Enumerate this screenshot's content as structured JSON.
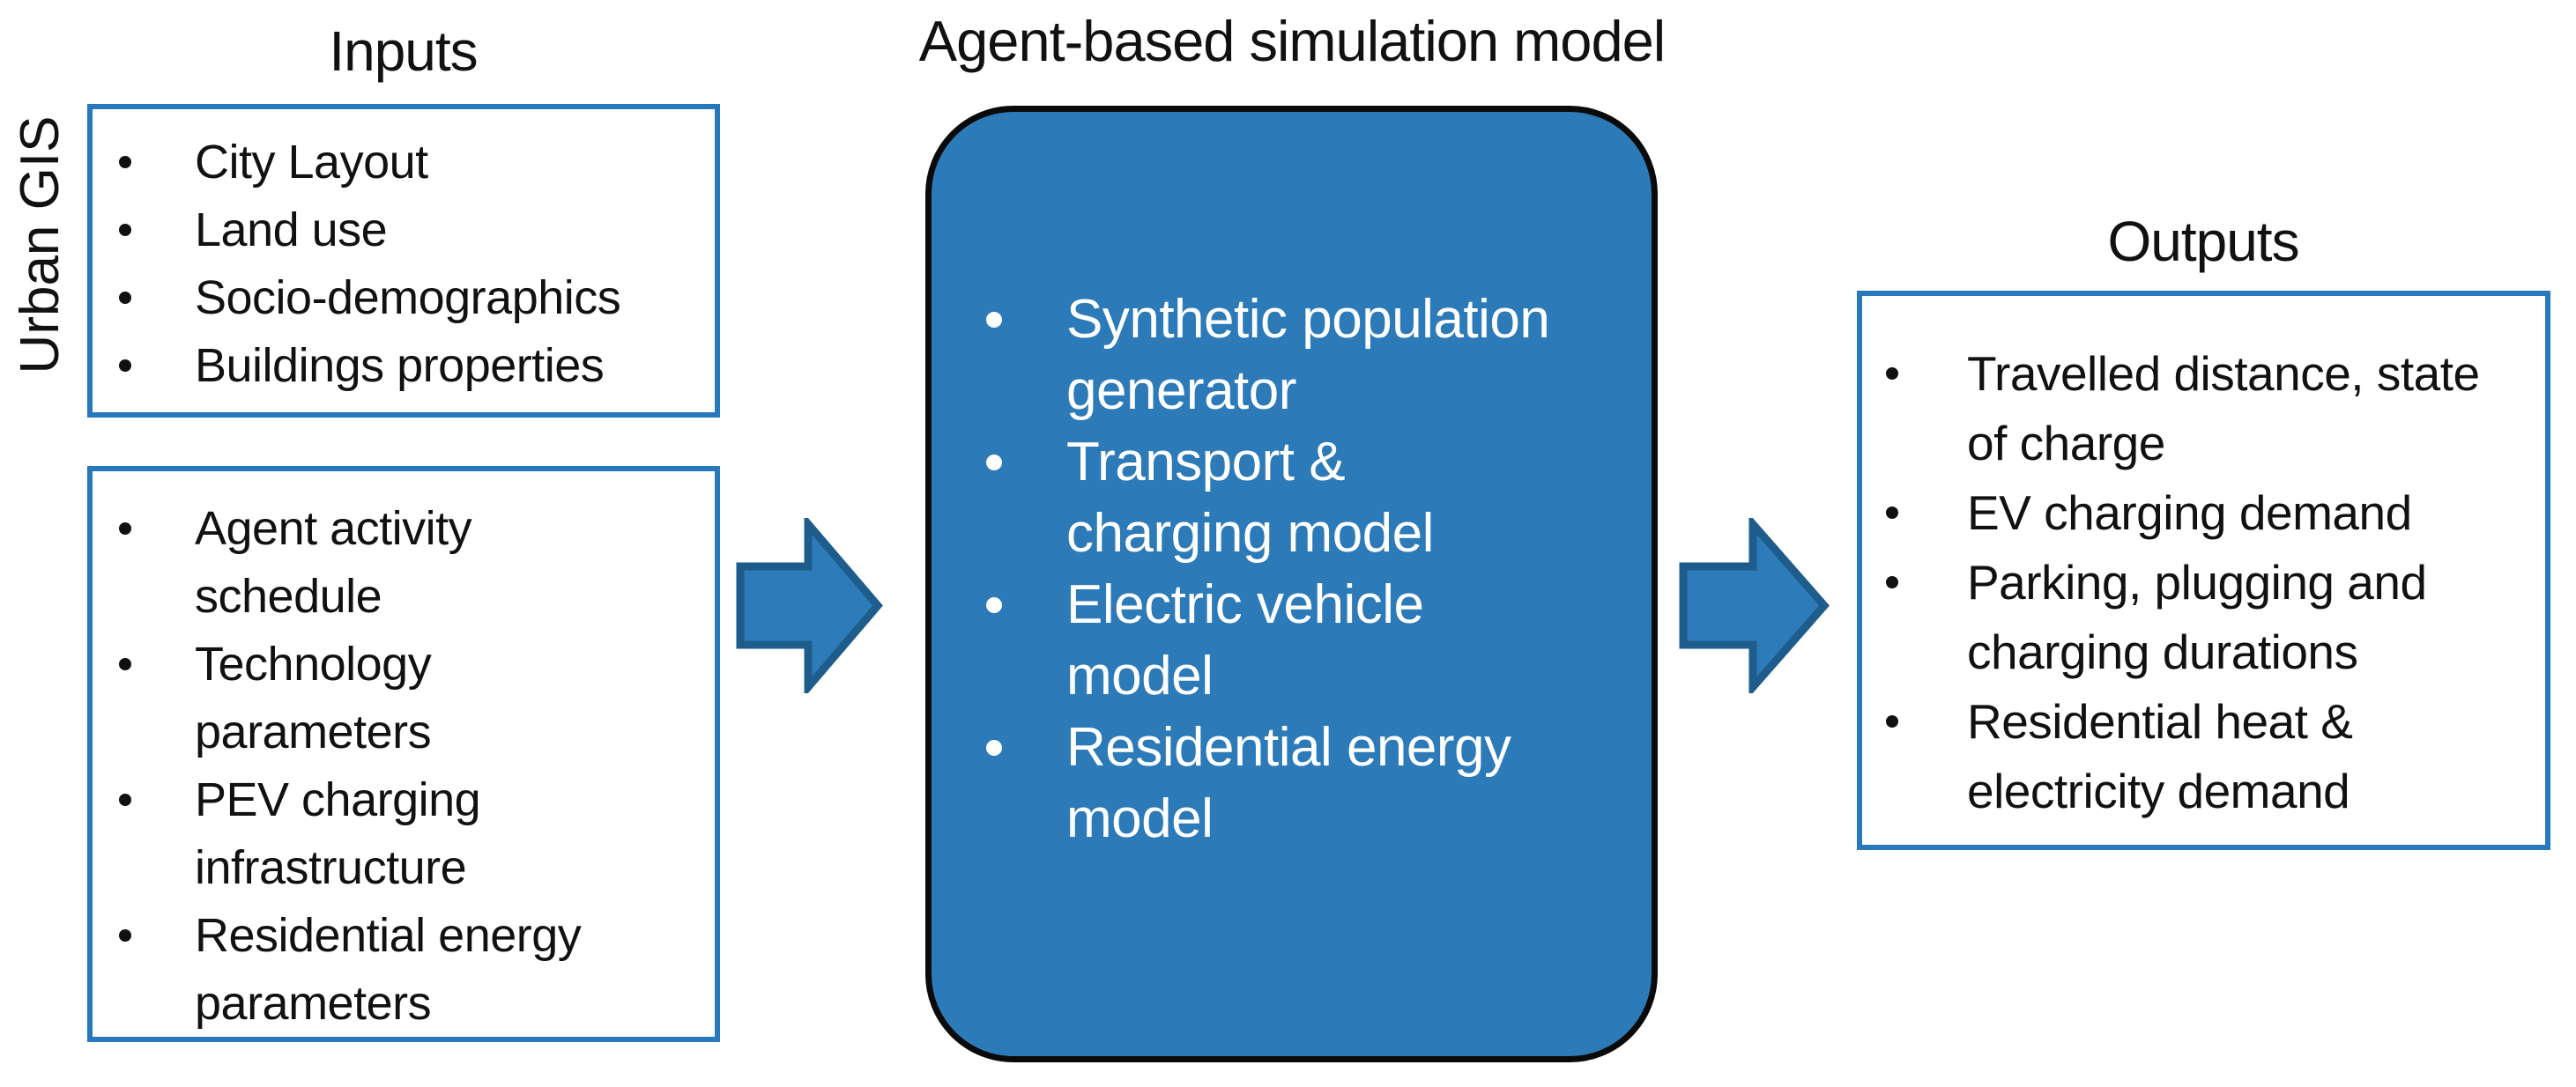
{
  "diagram": {
    "urban_gis_label": "Urban GIS",
    "inputs": {
      "heading": "Inputs",
      "box1_items": [
        "City Layout",
        "Land use",
        "Socio-demographics",
        "Buildings properties"
      ],
      "box2_items": [
        "Agent activity\nschedule",
        "Technology\nparameters",
        "PEV charging\ninfrastructure",
        "Residential energy\nparameters"
      ]
    },
    "model": {
      "heading": "Agent-based simulation model",
      "items": [
        "Synthetic population\ngenerator",
        "Transport &\ncharging model",
        "Electric vehicle\nmodel",
        "Residential energy\nmodel"
      ]
    },
    "outputs": {
      "heading": "Outputs",
      "items": [
        "Travelled distance, state\nof charge",
        "EV charging demand",
        "Parking, plugging and\ncharging durations",
        "Residential heat &\nelectricity demand"
      ]
    },
    "colors": {
      "fill_blue": "#2C7AB8",
      "border_blue": "#2878BE",
      "arrow_fill": "#2E7BB9",
      "arrow_stroke": "#1E5C8C",
      "box_outline_black": "#0A0A0A",
      "text_dark": "#111111",
      "text_light": "#FFFFFF"
    }
  }
}
